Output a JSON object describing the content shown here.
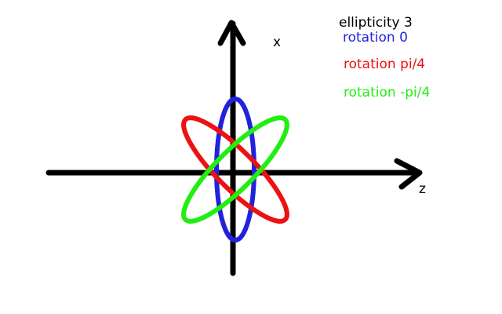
{
  "axes": {
    "vertical_label": "x",
    "horizontal_label": "z"
  },
  "legend": {
    "heading": "ellipticity 3",
    "entries": [
      {
        "label": "rotation 0",
        "color": "#2222dd"
      },
      {
        "label": "rotation pi/4",
        "color": "#ee1111"
      },
      {
        "label": "rotation -pi/4",
        "color": "#22ee11"
      }
    ]
  },
  "ellipses": [
    {
      "name": "rotation 0",
      "color": "#2222dd",
      "ellipticity": 3,
      "rotation_deg": 0
    },
    {
      "name": "rotation pi/4",
      "color": "#ee1111",
      "ellipticity": 3,
      "rotation_deg": 45
    },
    {
      "name": "rotation -pi/4",
      "color": "#22ee11",
      "ellipticity": 3,
      "rotation_deg": -45
    }
  ],
  "colors": {
    "axis": "#000000",
    "background": "#ffffff"
  }
}
